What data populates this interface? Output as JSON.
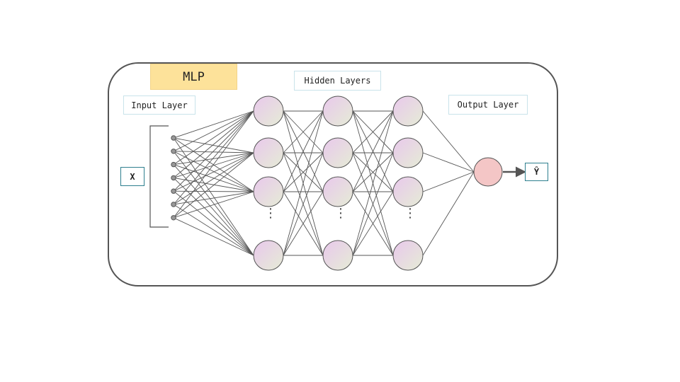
{
  "title": "MLP",
  "labels": {
    "input_layer": "Input Layer",
    "hidden_layers": "Hidden Layers",
    "output_layer": "Output Layer",
    "input_var": "X",
    "output_var": "Ŷ"
  },
  "ellipsis": "⋮",
  "colors": {
    "frame": "#555555",
    "edge": "#555555",
    "hidden_node_top": "#e8c8ec",
    "hidden_node_bottom": "#e6ecd6",
    "output_node": "#f4c6c6",
    "title_bg": "#fde29a",
    "label_border": "#c9e3ea",
    "io_border": "#2e7f8e"
  },
  "network": {
    "input_nodes": 7,
    "hidden_layers": 3,
    "hidden_nodes_shown": 4,
    "output_nodes": 1
  }
}
